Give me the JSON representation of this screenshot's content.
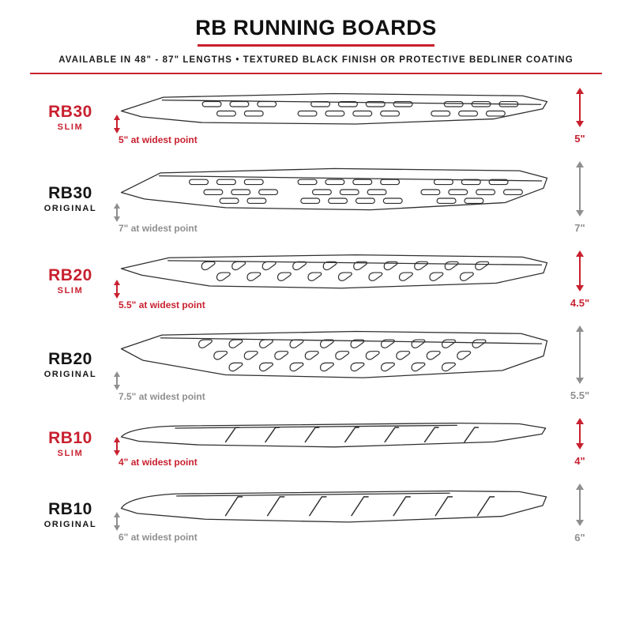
{
  "header": {
    "title": "RB RUNNING BOARDS",
    "subtitle": "AVAILABLE IN 48\" - 87\" LENGTHS   •   TEXTURED BLACK FINISH OR PROTECTIVE BEDLINER COATING"
  },
  "colors": {
    "accent": "#c8202f",
    "muted": "#8f8f8f",
    "outline": "#2f2f2f"
  },
  "boards": [
    {
      "model": "RB30",
      "variant": "SLIM",
      "tone": "slim",
      "width_label": "5\" at widest point",
      "height_label": "5\""
    },
    {
      "model": "RB30",
      "variant": "ORIGINAL",
      "tone": "orig",
      "width_label": "7\" at widest point",
      "height_label": "7\""
    },
    {
      "model": "RB20",
      "variant": "SLIM",
      "tone": "slim",
      "width_label": "5.5\" at widest point",
      "height_label": "4.5\""
    },
    {
      "model": "RB20",
      "variant": "ORIGINAL",
      "tone": "orig",
      "width_label": "7.5\" at widest point",
      "height_label": "5.5\""
    },
    {
      "model": "RB10",
      "variant": "SLIM",
      "tone": "slim",
      "width_label": "4\" at widest point",
      "height_label": "4\""
    },
    {
      "model": "RB10",
      "variant": "ORIGINAL",
      "tone": "orig",
      "width_label": "6\" at widest point",
      "height_label": "6\""
    }
  ]
}
